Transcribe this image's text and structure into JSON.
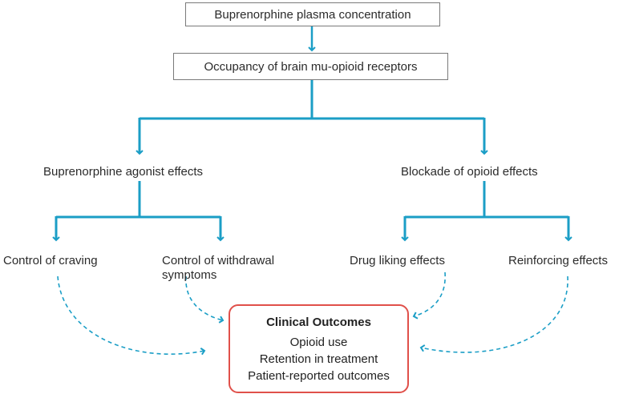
{
  "nodes": {
    "plasma": "Buprenorphine plasma concentration",
    "occupancy": "Occupancy of brain mu-opioid receptors",
    "agonist": "Buprenorphine agonist effects",
    "blockade": "Blockade of opioid effects",
    "craving": "Control of craving",
    "withdrawal_line1": "Control of withdrawal",
    "withdrawal_line2": "symptoms",
    "liking": "Drug liking effects",
    "reinforcing": "Reinforcing effects"
  },
  "outcomes": {
    "title": "Clinical Outcomes",
    "items": [
      "Opioid use",
      "Retention in treatment",
      "Patient-reported outcomes"
    ]
  },
  "colors": {
    "arrow": "#1b9ec6",
    "box_border": "#7a7a7a",
    "outcome_border": "#e0504a",
    "text": "#2b2b2b"
  }
}
